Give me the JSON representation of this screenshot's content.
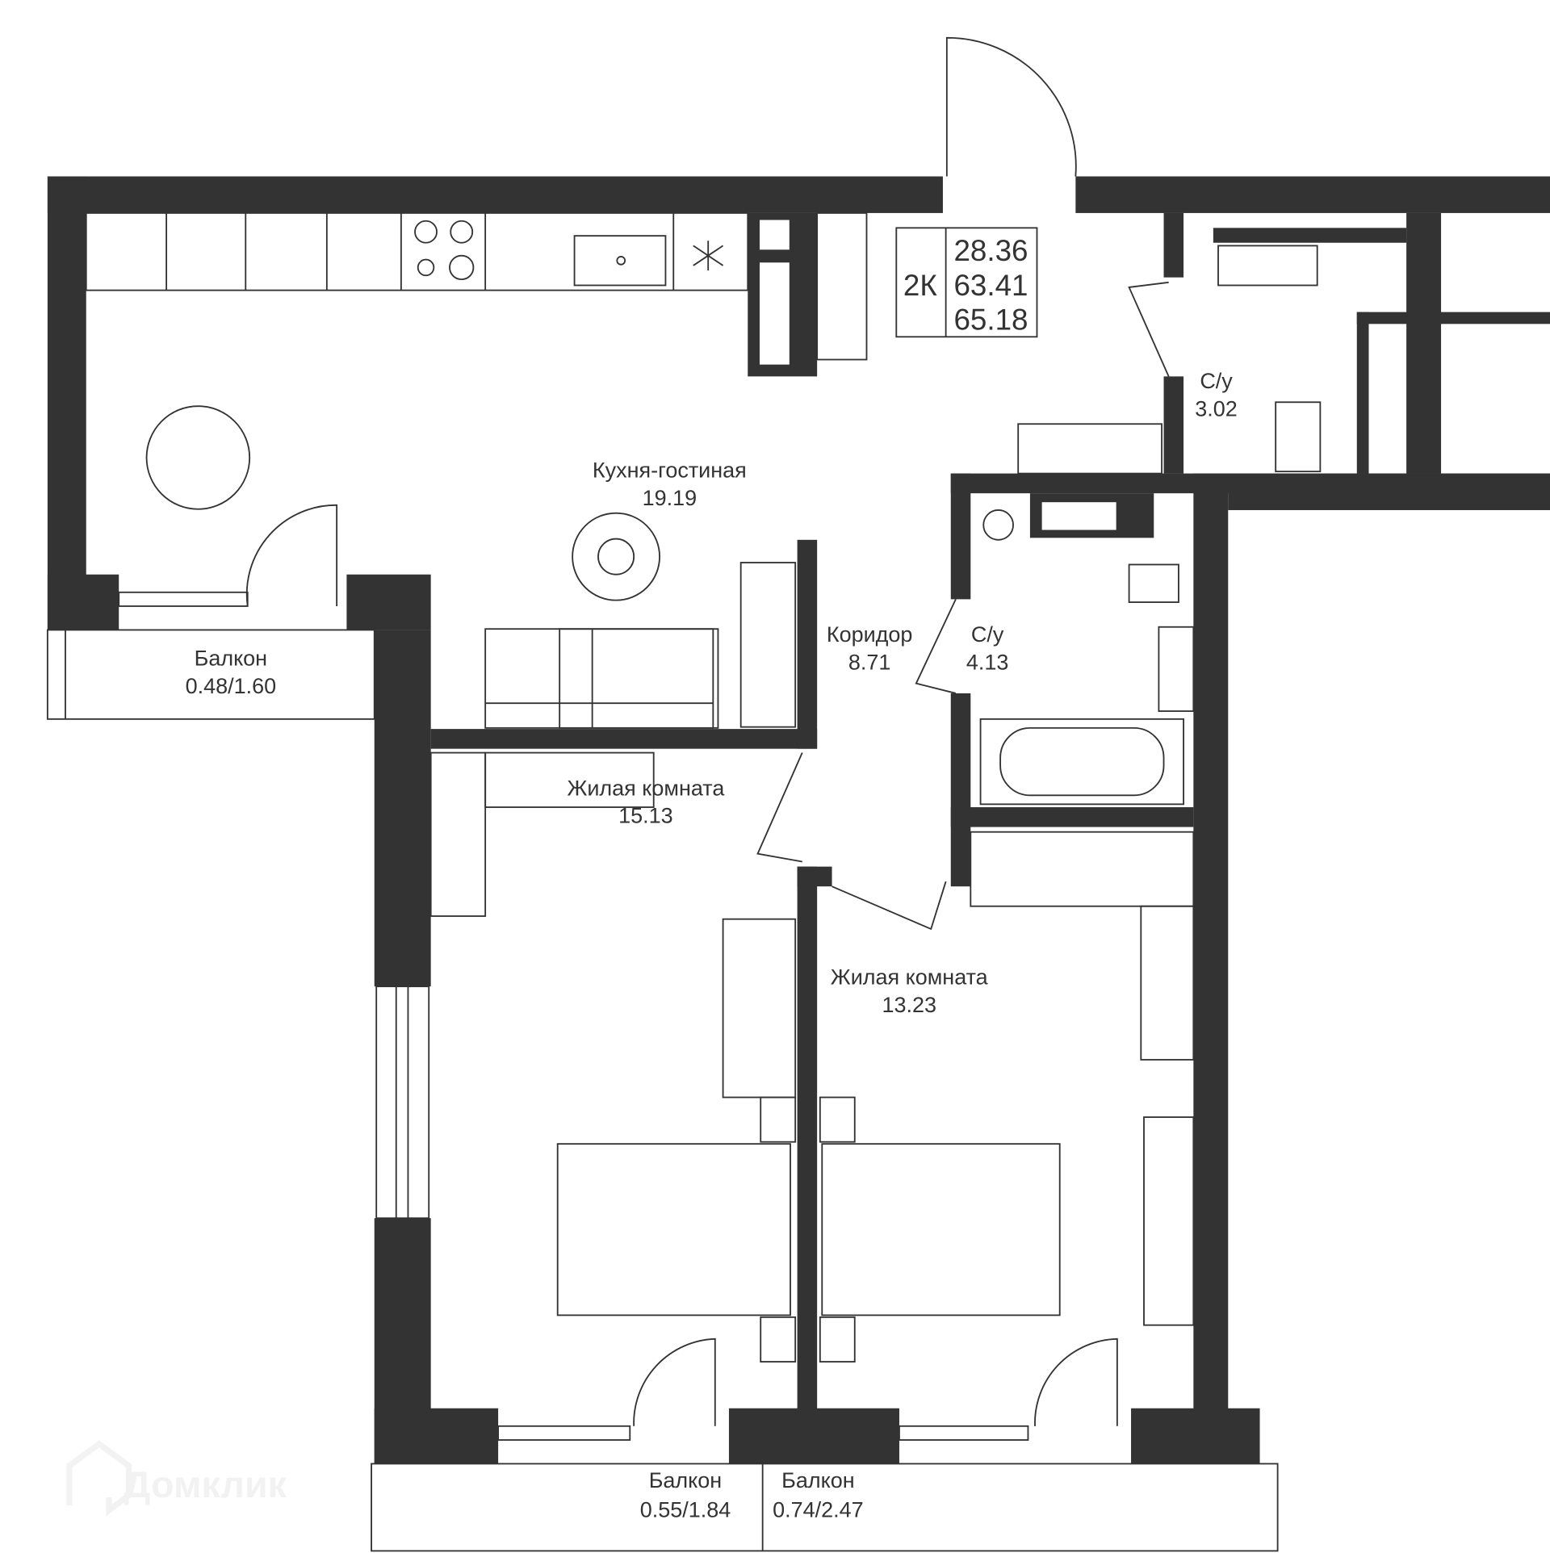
{
  "plan": {
    "type_label": "2К",
    "areas": [
      "28.36",
      "63.41",
      "65.18"
    ],
    "rooms": [
      {
        "name": "Кухня-гостиная",
        "area": "19.19"
      },
      {
        "name": "Коридор",
        "area": "8.71"
      },
      {
        "name": "С/у",
        "area": "3.02"
      },
      {
        "name": "С/у",
        "area": "4.13"
      },
      {
        "name": "Жилая комната",
        "area": "15.13"
      },
      {
        "name": "Жилая комната",
        "area": "13.23"
      },
      {
        "name": "Балкон",
        "area": "0.48/1.60"
      },
      {
        "name": "Балкон",
        "area": "0.55/1.84"
      },
      {
        "name": "Балкон",
        "area": "0.74/2.47"
      }
    ],
    "watermark": "Домклик",
    "colors": {
      "wall": "#333333",
      "background": "#ffffff"
    }
  }
}
